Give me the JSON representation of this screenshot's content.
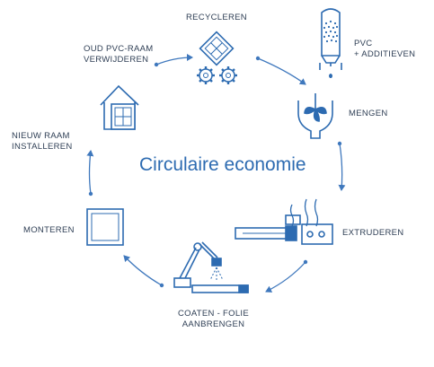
{
  "title": "Circulaire economie",
  "colors": {
    "primary": "#2d6bb1",
    "text": "#2f3f55",
    "line": "#3f78bd"
  },
  "steps": [
    {
      "id": "recycleren",
      "lines": [
        "RECYCLEREN"
      ],
      "icon": "window-gears-icon"
    },
    {
      "id": "pvc",
      "lines": [
        "PVC",
        "+ ADDITIEVEN"
      ],
      "icon": "silo-icon"
    },
    {
      "id": "mengen",
      "lines": [
        "MENGEN"
      ],
      "icon": "mixer-icon"
    },
    {
      "id": "extruderen",
      "lines": [
        "EXTRUDEREN"
      ],
      "icon": "extruder-icon"
    },
    {
      "id": "coaten",
      "lines": [
        "COATEN - FOLIE",
        "AANBRENGEN"
      ],
      "icon": "spray-arm-icon"
    },
    {
      "id": "monteren",
      "lines": [
        "MONTEREN"
      ],
      "icon": "frame-icon"
    },
    {
      "id": "installeren",
      "lines": [
        "NIEUW RAAM",
        "INSTALLEREN"
      ],
      "icon": "house-window-icon"
    },
    {
      "id": "verwijderen",
      "lines": [
        "OUD PVC-RAAM",
        "VERWIJDEREN"
      ],
      "icon": "window-remove-icon"
    }
  ]
}
